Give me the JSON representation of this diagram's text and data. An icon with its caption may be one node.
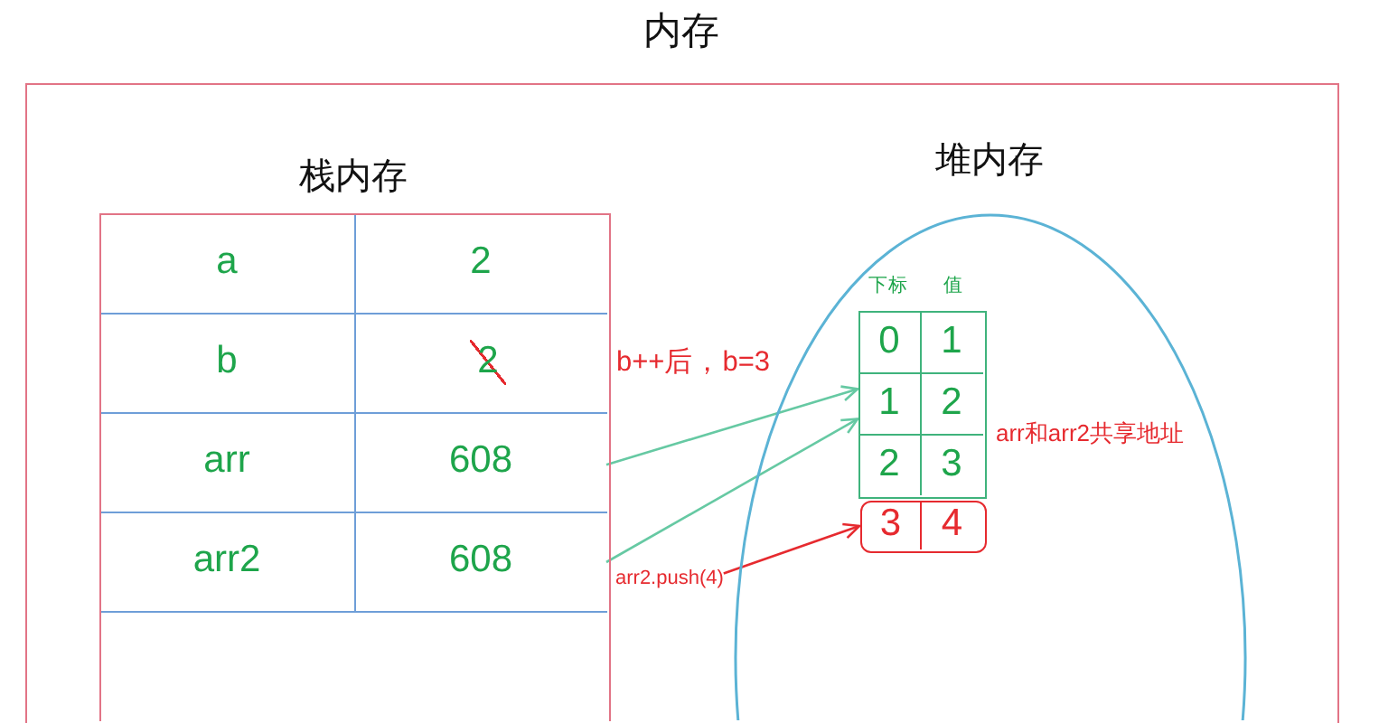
{
  "diagram": {
    "nodes": [
      {
        "text": [
          "内存"
        ]
      },
      {
        "text": [
          "栈内存"
        ],
        "in": 0
      },
      {
        "text": [
          "a"
        ],
        "in": 1
      },
      {
        "text": [
          "2"
        ],
        "in": 1
      },
      {
        "text": [
          "b"
        ],
        "in": 1
      },
      {
        "text": [
          "2"
        ],
        "in": 1,
        "beside": [
          "b++后，b=3"
        ]
      },
      {
        "text": [
          "arr"
        ],
        "in": 1
      },
      {
        "text": [
          "608"
        ],
        "in": 1
      },
      {
        "text": [
          "arr2"
        ],
        "in": 1
      },
      {
        "text": [
          "608"
        ],
        "in": 1
      },
      {
        "text": [
          "堆内存"
        ],
        "in": 0
      },
      {
        "text": [
          "下标",
          "值"
        ],
        "in": 10
      },
      {
        "text": [
          "0"
        ],
        "in": 11
      },
      {
        "text": [
          "1"
        ],
        "in": 11
      },
      {
        "text": [
          "1"
        ],
        "in": 11
      },
      {
        "text": [
          "2"
        ],
        "in": 11
      },
      {
        "text": [
          "2"
        ],
        "in": 11
      },
      {
        "text": [
          "3"
        ],
        "in": 11
      },
      {
        "text": [],
        "shape": "box",
        "in": 10
      },
      {
        "text": [
          "3"
        ],
        "in": 18
      },
      {
        "text": [
          "4"
        ],
        "in": 18
      },
      {
        "text": [
          "arr2.push(4)"
        ],
        "in": 0
      }
    ],
    "edges": [
      {
        "from": 7,
        "to": 11,
        "arrow": "to"
      },
      {
        "from": 9,
        "to": 11,
        "arrow": "to"
      },
      {
        "from": 21,
        "to": 18,
        "arrow": "to",
        "color": "#e62a2f"
      }
    ],
    "labels": [
      "arr和arr2共享地址"
    ]
  }
}
